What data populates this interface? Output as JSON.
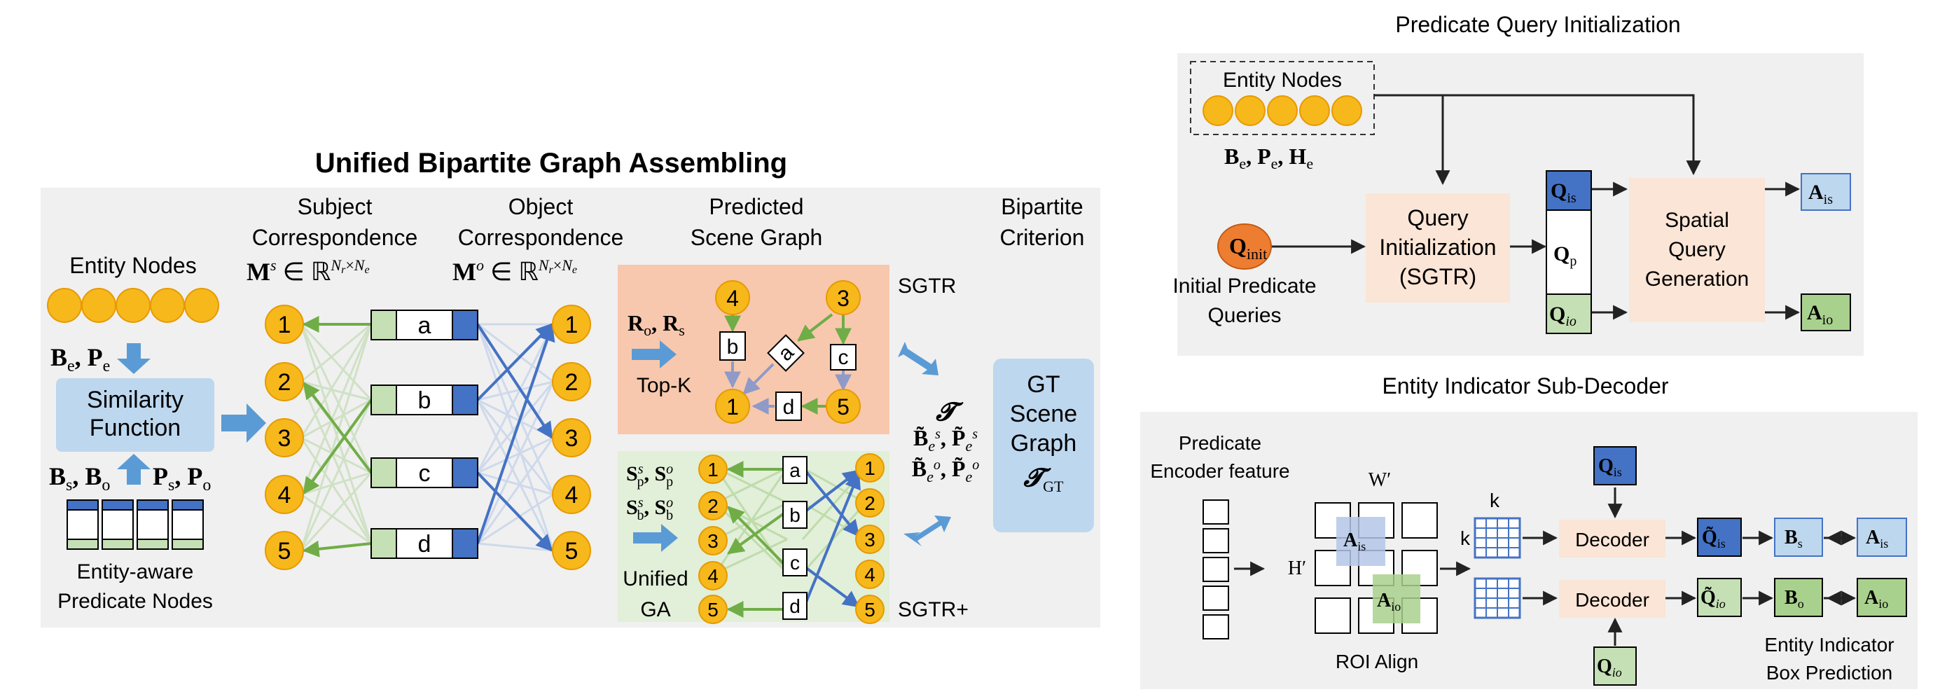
{
  "left_panel": {
    "title": "Unified Bipartite Graph Assembling",
    "entity_nodes_label": "Entity Nodes",
    "be_pe_label": "B_e, P_e",
    "similarity_line1": "Similarity",
    "similarity_line2": "Function",
    "bs_bo_label": "B_s, B_o",
    "ps_po_label": "P_s, P_o",
    "predicate_nodes_line1": "Entity-aware",
    "predicate_nodes_line2": "Predicate Nodes",
    "subject_corr_line1": "Subject",
    "subject_corr_line2": "Correspondence",
    "ms_formula": "Mˢ ∈ ℝ^(N_r×N_e)",
    "object_corr_line1": "Object",
    "object_corr_line2": "Correspondence",
    "mo_formula": "Mᵒ ∈ ℝ^(N_r×N_e)",
    "predicted_sg_line1": "Predicted",
    "predicted_sg_line2": "Scene Graph",
    "bipartite_line1": "Bipartite",
    "bipartite_line2": "Criterion",
    "node_numbers": [
      "1",
      "2",
      "3",
      "4",
      "5"
    ],
    "predicate_letters": [
      "a",
      "b",
      "c",
      "d"
    ],
    "sgtr_label": "SGTR",
    "sgtr_plus_label": "SGTR+",
    "ro_rs_label": "R_o, R_s",
    "topk_label": "Top-K",
    "sp_label": "S_p^s, S_p^o",
    "sb_label": "S_b^s, S_b^o",
    "unified_label": "Unified",
    "ga_label": "GA",
    "t_label": "𝓣",
    "bes_label": "B̃ₑˢ, P̃ₑˢ",
    "beo_label": "B̃ₑᵒ, P̃ₑᵒ",
    "gt_line1": "GT",
    "gt_line2": "Scene",
    "gt_line3": "Graph",
    "gt_line4": "𝓣_GT"
  },
  "top_right": {
    "title": "Predicate Query Initialization",
    "entity_nodes_label": "Entity Nodes",
    "be_pe_he_label": "B_e, P_e, H_e",
    "q_init": "Q_init",
    "initial_line1": "Initial Predicate",
    "initial_line2": "Queries",
    "query_init_line1": "Query",
    "query_init_line2": "Initialization",
    "query_init_line3": "(SGTR)",
    "q_is": "Q_is",
    "q_p": "Q_p",
    "q_io": "Q_io",
    "spatial_line1": "Spatial",
    "spatial_line2": "Query",
    "spatial_line3": "Generation",
    "a_is": "A_is",
    "a_io": "A_io"
  },
  "bottom_right": {
    "title": "Entity Indicator Sub-Decoder",
    "encoder_line1": "Predicate",
    "encoder_line2": "Encoder feature",
    "w_prime": "W′",
    "h_prime": "H′",
    "k_top": "k",
    "k_left": "k",
    "roi_align": "ROI Align",
    "a_is": "A_is",
    "a_io": "A_io",
    "decoder_top": "Decoder",
    "decoder_bottom": "Decoder",
    "q_is": "Q_is",
    "q_io": "Q_io",
    "q_is_tilde": "Q̃_is",
    "q_io_tilde": "Q̃_io",
    "b_s": "B_s",
    "b_o": "B_o",
    "a_is_out": "A_is",
    "a_io_out": "A_io",
    "indicator_line1": "Entity Indicator",
    "indicator_line2": "Box Prediction"
  },
  "colors": {
    "panel_gray": "#f0f0f0",
    "node_yellow": "#f7b81c",
    "node_border": "#e69a00",
    "peach": "#f7c8ad",
    "green_bg": "#e2efd9",
    "light_blue": "#bdd7ee",
    "arrow_blue": "#5b9bd5",
    "dark_blue": "#4472c4",
    "green_line": "#70ad47",
    "green_block": "#c5e0b4",
    "orange_q": "#ed7d31",
    "light_peach": "#fbe5d6"
  }
}
